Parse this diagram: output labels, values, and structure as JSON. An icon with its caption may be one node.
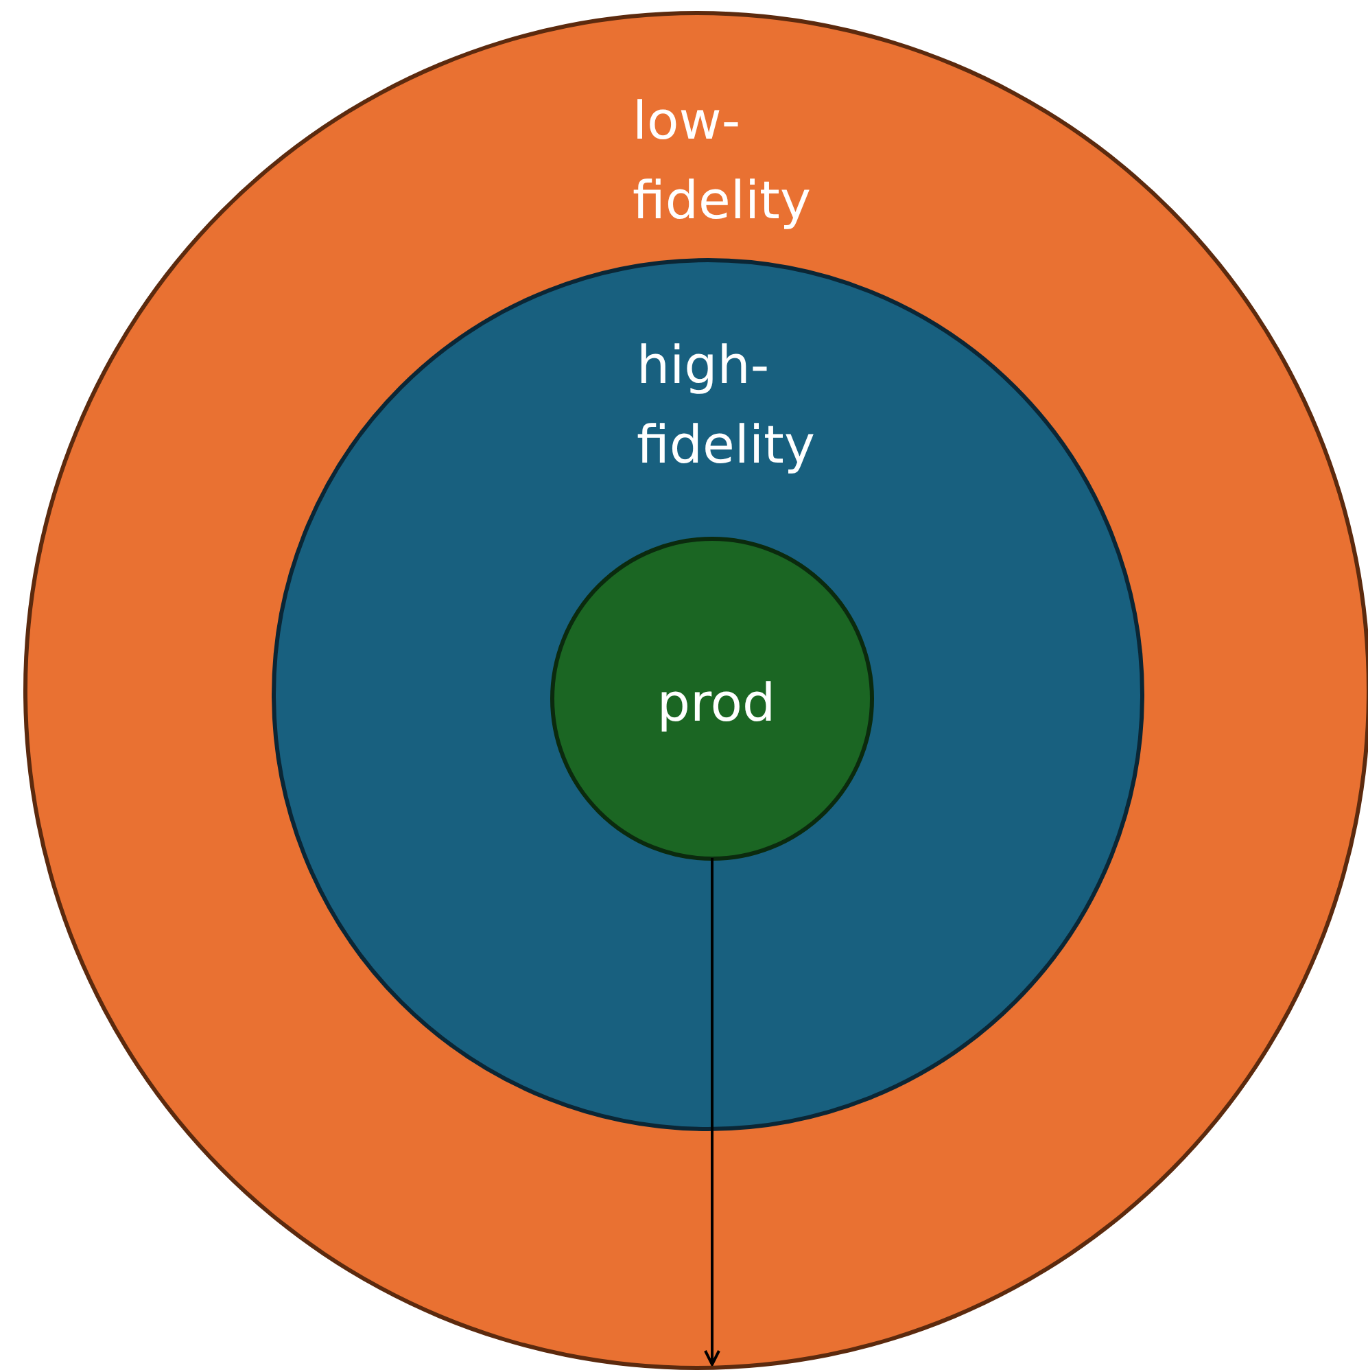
{
  "diagram": {
    "nodes": [
      {
        "text": [
          "low-fidelity"
        ]
      },
      {
        "text": [
          "high-fidelity"
        ],
        "in": 0
      },
      {
        "text": [
          "prod"
        ],
        "in": 1
      }
    ],
    "edges": [
      {
        "from": 2,
        "to": 0,
        "arrow": "to"
      }
    ]
  }
}
